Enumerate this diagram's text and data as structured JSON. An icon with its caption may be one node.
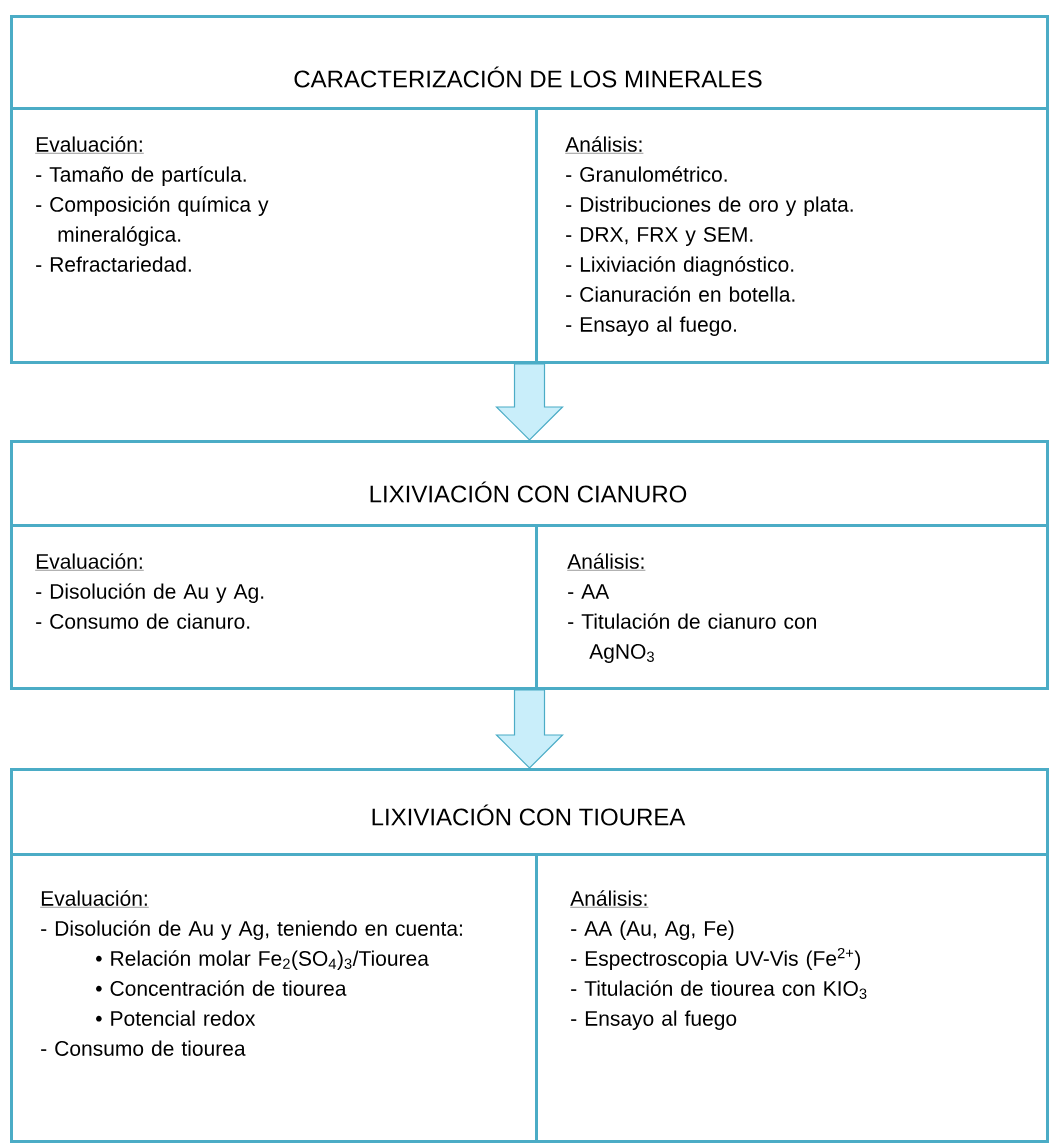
{
  "diagram": {
    "nodes": [
      {
        "text": [
          "CARACTERIZACIÓN DE LOS MINERALES"
        ]
      },
      {
        "text": [
          "Evaluación:",
          "- Tamaño de partícula.",
          "- Composición química y mineralógica.",
          "- Refractariedad."
        ],
        "in": 0
      },
      {
        "text": [
          "Análisis:",
          "- Granulométrico.",
          "- Distribuciones de oro y plata.",
          "- DRX, FRX y SEM.",
          "- Lixiviación diagnóstico.",
          "- Cianuración en botella.",
          "- Ensayo al fuego."
        ],
        "in": 0
      },
      {
        "text": [
          "LIXIVIACIÓN CON CIANURO"
        ]
      },
      {
        "text": [
          "Evaluación:",
          "- Disolución de Au y Ag.",
          "- Consumo de cianuro."
        ],
        "in": 3
      },
      {
        "text": [
          "Análisis:",
          "- AA",
          "- Titulación de cianuro con AgNO$_{3}$"
        ],
        "in": 3
      },
      {
        "text": [
          "LIXIVIACIÓN CON TIOUREA"
        ]
      },
      {
        "text": [
          "Evaluación:",
          "- Disolución de Au y Ag, teniendo en cuenta:",
          "• Relación molar Fe$_{2}$(SO$_{4}$)$_{3}$/Tiourea",
          "• Concentración de tiourea",
          "• Potencial redox",
          "- Consumo de tiourea"
        ],
        "in": 6
      },
      {
        "text": [
          "Análisis:",
          "- AA (Au, Ag, Fe)",
          "- Espectroscopia UV-Vis (Fe$^{2+}$)",
          "- Titulación de tiourea con KIO$_{3}$",
          "- Ensayo al fuego"
        ],
        "in": 6
      }
    ],
    "edges": [
      {
        "from": 0,
        "to": 3,
        "arrow": "to"
      },
      {
        "from": 3,
        "to": 6,
        "arrow": "to"
      }
    ]
  }
}
